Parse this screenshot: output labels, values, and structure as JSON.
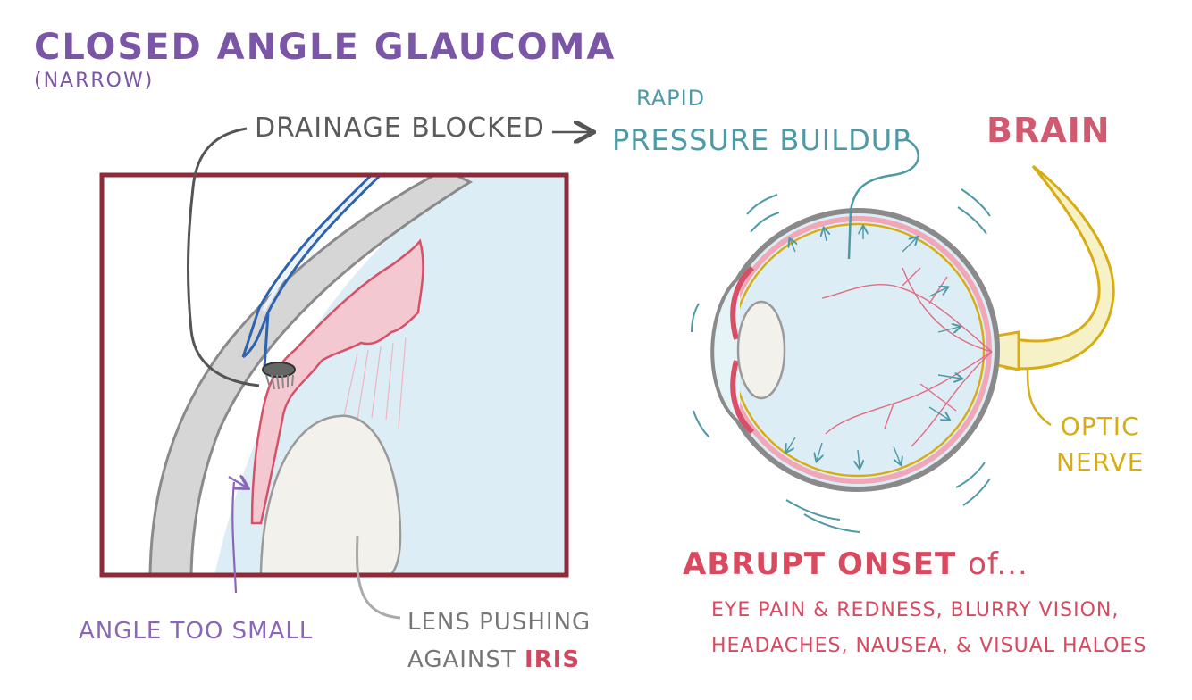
{
  "title": "Closed Angle Glaucoma",
  "subtitle": "(narrow)",
  "labels": {
    "drainage_blocked": "Drainage blocked",
    "rapid": "Rapid",
    "pressure_buildup": "Pressure buildup",
    "brain": "Brain",
    "optic": "Optic",
    "nerve": "Nerve",
    "angle_too_small": "Angle too small",
    "lens_pushing": "Lens pushing",
    "against": "against",
    "iris": "Iris"
  },
  "onset": {
    "heading": "Abrupt onset",
    "of": "of...",
    "line1": "Eye pain & redness, blurry vision,",
    "line2": "Headaches, nausea, & visual haloes"
  },
  "colors": {
    "title_purple": "#7b55a6",
    "teal": "#4d9aa6",
    "brain_red": "#d25a70",
    "nerve_yellow": "#d8ad14",
    "frame_maroon": "#8e2a3a"
  }
}
